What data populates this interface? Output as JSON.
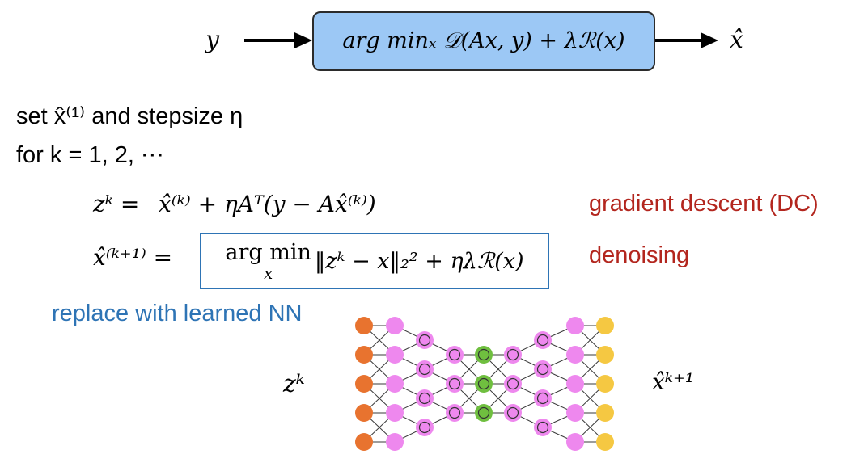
{
  "pipeline": {
    "input": "y",
    "box": "arg minₓ 𝒟(Ax, y) + λℛ(x)",
    "output": "x̂"
  },
  "algorithm": {
    "init": "set x̂⁽¹⁾ and stepsize η",
    "loop": "for k = 1, 2, ⋯",
    "step1": {
      "lhs": "zᵏ =",
      "rhs": "x̂⁽ᵏ⁾ + ηAᵀ(y − Ax̂⁽ᵏ⁾)",
      "label": "gradient descent (DC)"
    },
    "step2": {
      "lhs": "x̂⁽ᵏ⁺¹⁾ =",
      "argmin_top": "arg min",
      "argmin_sub": "x",
      "rhs": "‖zᵏ − x‖₂² + ηλℛ(x)",
      "label": "denoising"
    }
  },
  "network": {
    "note": "replace with learned NN",
    "input_label": "zᵏ",
    "output_label": "x̂ᵏ⁺¹",
    "layer_sizes": [
      5,
      5,
      4,
      3,
      3,
      3,
      4,
      5,
      5
    ],
    "colors": {
      "input": "#e8732f",
      "hidden": "#ee88ee",
      "bottleneck": "#6fbf3f",
      "output": "#f5c842",
      "edge": "#3a3a3a"
    }
  }
}
